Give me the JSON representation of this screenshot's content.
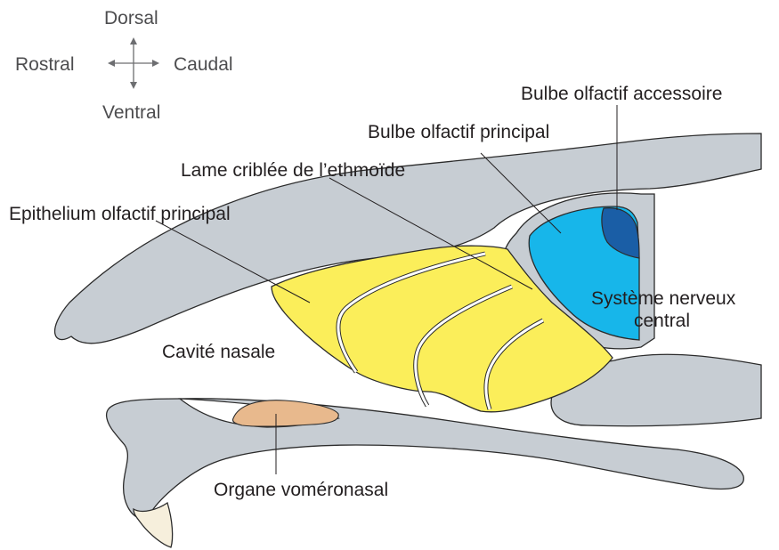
{
  "orientation": {
    "dorsal": "Dorsal",
    "rostral": "Rostral",
    "caudal": "Caudal",
    "ventral": "Ventral"
  },
  "labels": {
    "accessory_bulb": "Bulbe olfactif accessoire",
    "main_bulb": "Bulbe olfactif principal",
    "cribriform_plate": "Lame criblée de l’ethmoïde",
    "main_epithelium": "Epithelium olfactif principal",
    "cns_line1": "Système nerveux",
    "cns_line2": "central",
    "nasal_cavity": "Cavité nasale",
    "vomeronasal_organ": "Organe voméronasal"
  },
  "colors": {
    "tissue_fill": "#c7cdd3",
    "tissue_stroke": "#2b2b2b",
    "epithelium": "#fbee5a",
    "main_bulb": "#17b6ea",
    "accessory_bulb": "#1a5ea6",
    "vomeronasal": "#e8b98d",
    "tooth": "#f6efdc",
    "leader_line": "#231f20"
  }
}
